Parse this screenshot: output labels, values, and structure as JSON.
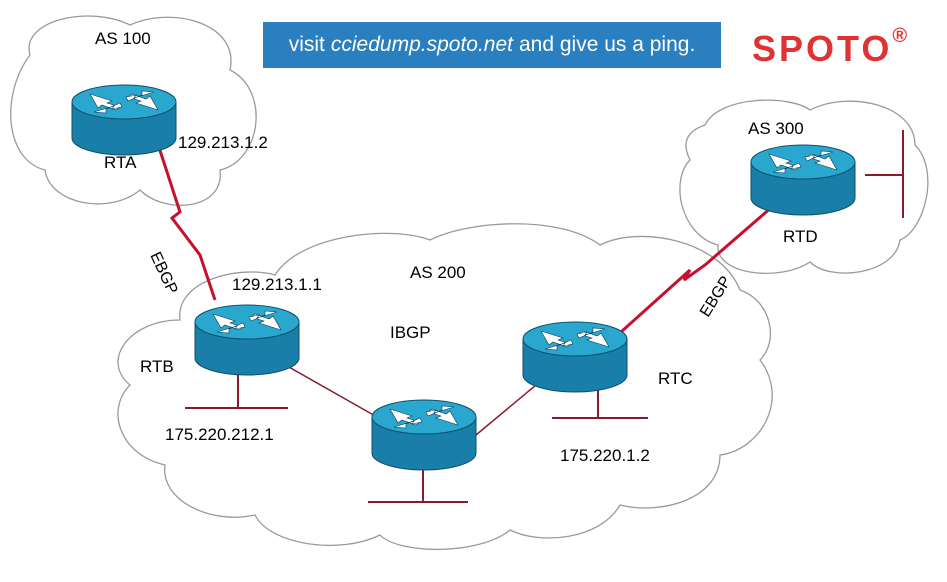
{
  "banner": {
    "prefix": "visit",
    "site": "cciedump.spoto.net",
    "suffix": "and give us a ping."
  },
  "brand": {
    "name": "SPOTO",
    "mark": "®"
  },
  "clouds": {
    "as100": "AS 100",
    "as200": "AS 200",
    "as300": "AS 300"
  },
  "routers": {
    "rta": "RTA",
    "rtb": "RTB",
    "rtc": "RTC",
    "rtd": "RTD"
  },
  "addresses": {
    "rta_serial": "129.213.1.2",
    "rtb_serial": "129.213.1.1",
    "rtb_lan": "175.220.212.1",
    "rtc_lan": "175.220.1.2"
  },
  "links": {
    "rta_rtb": "EBGP",
    "rtc_rtd": "EBGP",
    "internal": "IBGP"
  },
  "colors": {
    "router_top": "#2aa7cf",
    "router_body": "#1a7fa8",
    "ebgp_link": "#c8102e",
    "lan_link": "#8b1a2e",
    "banner_bg": "#2a7fc0",
    "brand": "#e03232"
  },
  "icons": [
    "router-icon",
    "cloud-shape",
    "serial-zigzag-icon"
  ]
}
